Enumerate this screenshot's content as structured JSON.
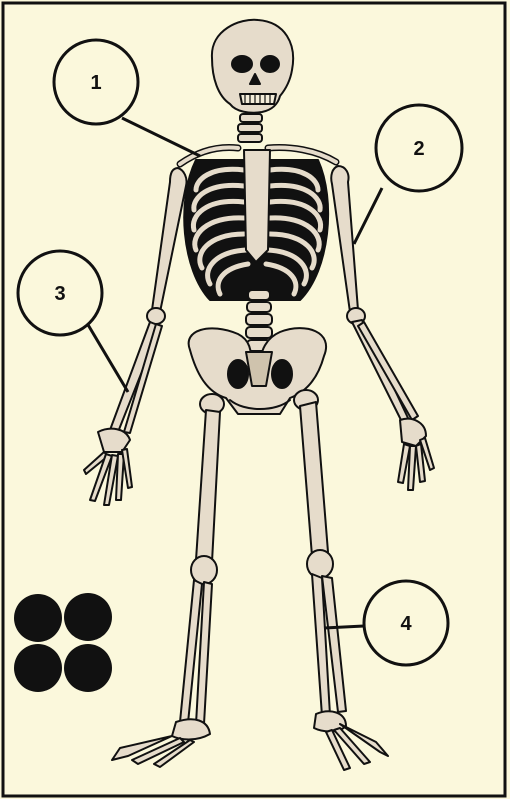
{
  "colors": {
    "background": "#fbf8dc",
    "bone": "#e6dccb",
    "bone_shadow": "#cfc3ad",
    "ink": "#111111"
  },
  "callouts": [
    {
      "number": "1",
      "part": "collarbone"
    },
    {
      "number": "2",
      "part": "upper-arm"
    },
    {
      "number": "3",
      "part": "forearm"
    },
    {
      "number": "4",
      "part": "lower-leg"
    }
  ],
  "dots": {
    "count": 4,
    "color": "#111111"
  }
}
